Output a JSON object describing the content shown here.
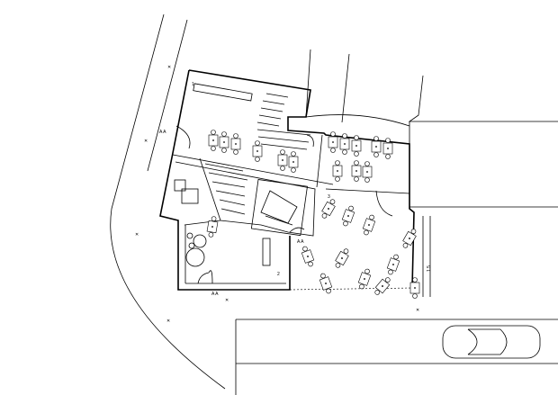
{
  "plan": {
    "room_labels": {
      "r1": "1",
      "r2": "2",
      "r3": "3"
    },
    "section_marks": {
      "a1": "A A",
      "a2": "A A",
      "a3": "A A"
    },
    "dimension_label": "1.5",
    "colors": {
      "line": "#000000",
      "background": "#ffffff"
    }
  }
}
